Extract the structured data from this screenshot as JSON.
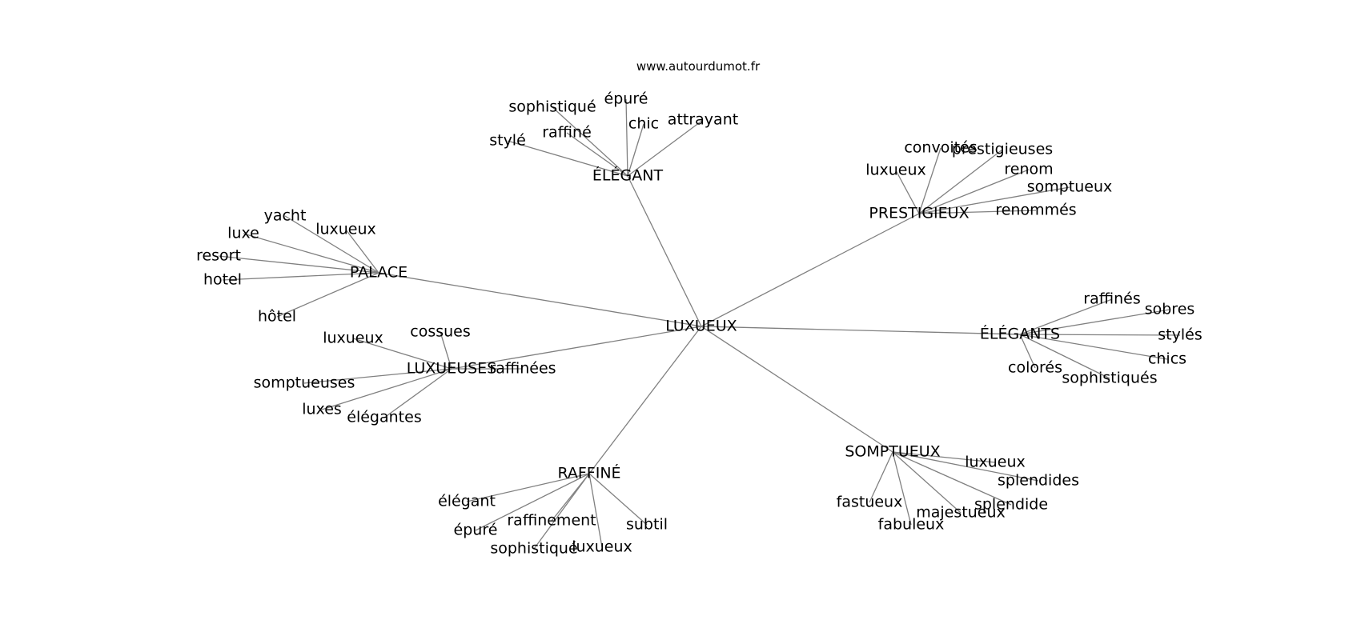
{
  "header": {
    "source_label": "www.autourdumot.fr"
  },
  "graph": {
    "center": "LUXUEUX",
    "clusters": [
      {
        "hub": "ÉLÉGANT",
        "leaves": [
          "sophistiqué",
          "épuré",
          "chic",
          "attrayant",
          "raffiné",
          "stylé"
        ]
      },
      {
        "hub": "PRESTIGIEUX",
        "leaves": [
          "convoités",
          "prestigieuses",
          "luxueux",
          "renom",
          "somptueux",
          "renommés"
        ]
      },
      {
        "hub": "PALACE",
        "leaves": [
          "yacht",
          "luxueux",
          "luxe",
          "resort",
          "hotel",
          "hôtel"
        ]
      },
      {
        "hub": "ÉLÉGANTS",
        "leaves": [
          "raffinés",
          "sobres",
          "stylés",
          "chics",
          "colorés",
          "sophistiqués"
        ]
      },
      {
        "hub": "LUXUEUSES",
        "leaves": [
          "cossues",
          "luxueux",
          "raffinées",
          "somptueuses",
          "luxes",
          "élégantes"
        ]
      },
      {
        "hub": "SOMPTUEUX",
        "leaves": [
          "luxueux",
          "splendides",
          "splendide",
          "fastueux",
          "majestueux",
          "fabuleux"
        ]
      },
      {
        "hub": "RAFFINÉ",
        "leaves": [
          "élégant",
          "épuré",
          "raffinement",
          "subtil",
          "sophistiqué",
          "luxueux"
        ]
      }
    ]
  }
}
